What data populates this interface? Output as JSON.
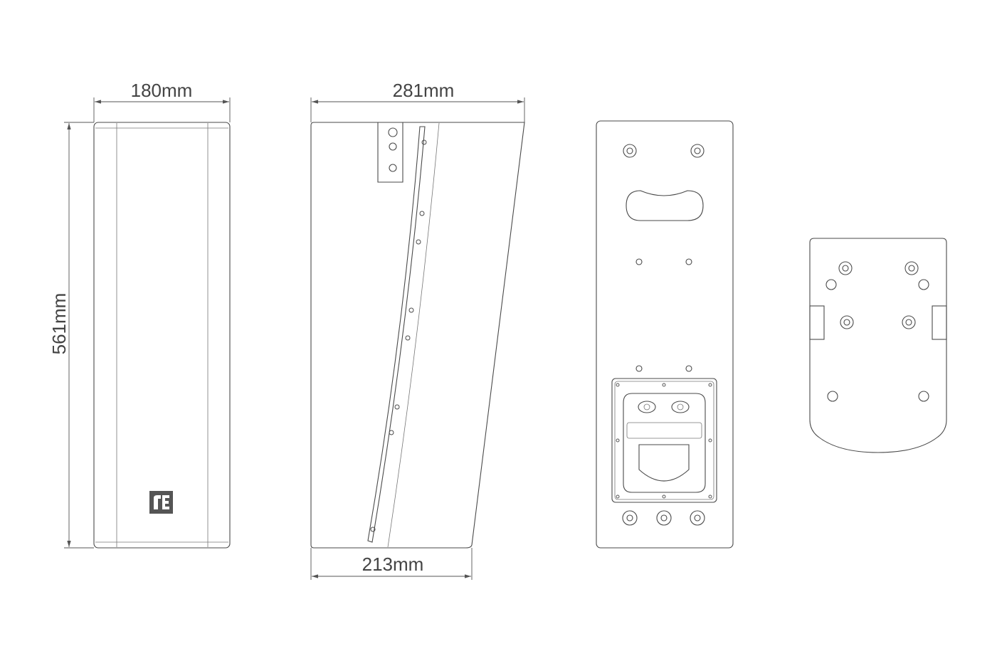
{
  "title": "Speaker cabinet dimension drawing",
  "dimensions": {
    "front_width": "180mm",
    "height": "561mm",
    "side_depth_top": "281mm",
    "side_depth_bottom": "213mm"
  },
  "logo": {
    "text": "rE"
  },
  "colors": {
    "line": "#4a4a4a",
    "text": "#444444"
  }
}
